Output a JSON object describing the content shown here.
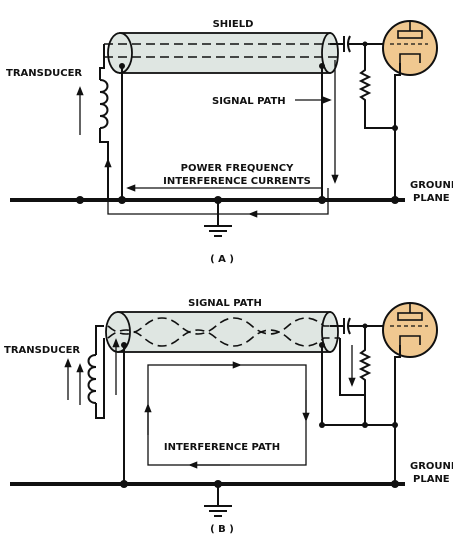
{
  "diagram_a": {
    "shield_label": "SHIELD",
    "transducer_label": "TRANSDUCER",
    "signal_path_label": "SIGNAL PATH",
    "interference_label_line1": "POWER FREQUENCY",
    "interference_label_line2": "INTERFERENCE CURRENTS",
    "ground_plane_line1": "GROUND",
    "ground_plane_line2": "PLANE",
    "caption": "( A )"
  },
  "diagram_b": {
    "signal_path_label": "SIGNAL PATH",
    "transducer_label": "TRANSDUCER",
    "interference_path_label": "INTERFERENCE PATH",
    "ground_plane_line1": "GROUND",
    "ground_plane_line2": "PLANE",
    "caption": "( B )"
  },
  "colors": {
    "shield_fill": "#dfe6e2",
    "tube_fill": "#f0c890",
    "line": "#111111"
  }
}
